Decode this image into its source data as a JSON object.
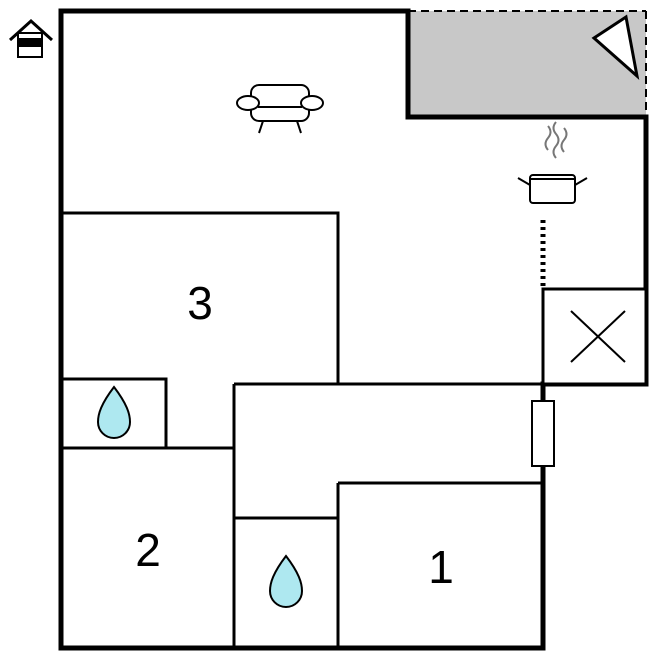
{
  "floorplan": {
    "rooms": [
      {
        "id": "bedroom-1",
        "label": "1"
      },
      {
        "id": "bedroom-2",
        "label": "2"
      },
      {
        "id": "bedroom-3",
        "label": "3"
      }
    ],
    "icons": [
      "entrance-house-icon",
      "sofa-icon",
      "cooking-pot-icon",
      "bathroom-water-drop-icon",
      "fireplace-x-icon",
      "terrace-arrow-icon",
      "window-frame-icon"
    ],
    "colors": {
      "wall": "#000000",
      "terrace_fill": "#c8c8c8",
      "water_drop": "#aee8f0",
      "background": "#ffffff"
    }
  }
}
